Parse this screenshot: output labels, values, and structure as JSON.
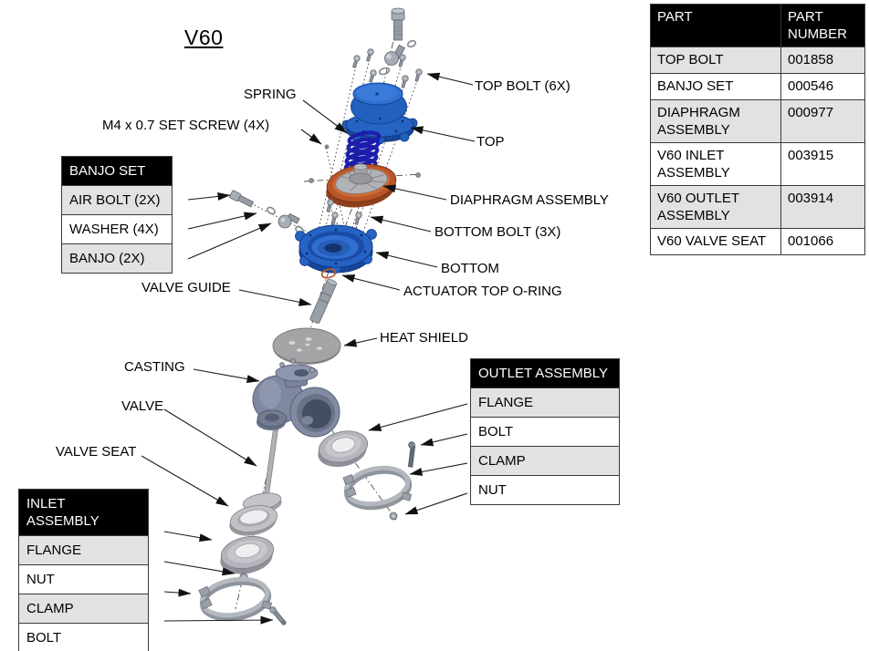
{
  "title": "V60",
  "diagram_labels": {
    "spring": "SPRING",
    "set_screw": "M4 x 0.7 SET SCREW (4X)",
    "top_bolt": "TOP BOLT (6X)",
    "top": "TOP",
    "diaphragm_assembly": "DIAPHRAGM ASSEMBLY",
    "bottom_bolt": "BOTTOM BOLT (3X)",
    "bottom": "BOTTOM",
    "actuator_top_oring": "ACTUATOR TOP O-RING",
    "valve_guide": "VALVE GUIDE",
    "heat_shield": "HEAT SHIELD",
    "casting": "CASTING",
    "valve": "VALVE",
    "valve_seat": "VALVE SEAT"
  },
  "banjo_table": {
    "header": "BANJO SET",
    "rows": [
      "AIR BOLT (2X)",
      "WASHER (4X)",
      "BANJO (2X)"
    ]
  },
  "inlet_table": {
    "header": "INLET ASSEMBLY",
    "rows": [
      "FLANGE",
      "NUT",
      "CLAMP",
      "BOLT"
    ]
  },
  "outlet_table": {
    "header": "OUTLET ASSEMBLY",
    "rows": [
      "FLANGE",
      "BOLT",
      "CLAMP",
      "NUT"
    ]
  },
  "parts_table": {
    "headers": {
      "part": "PART",
      "number": "PART NUMBER"
    },
    "rows": [
      {
        "part": "TOP BOLT",
        "number": "001858"
      },
      {
        "part": "BANJO SET",
        "number": "000546"
      },
      {
        "part": "DIAPHRAGM ASSEMBLY",
        "number": "000977"
      },
      {
        "part": "V60 INLET ASSEMBLY",
        "number": "003915"
      },
      {
        "part": "V60 OUTLET ASSEMBLY",
        "number": "003914"
      },
      {
        "part": "V60 VALVE SEAT",
        "number": "001066"
      }
    ]
  },
  "colors": {
    "housing_blue": "#2563c4",
    "spring_navy": "#1d1dac",
    "diaphragm_copper": "#b85629",
    "casting_slate": "#7f88a0",
    "metal_gray": "#a7adb5",
    "table_row_gray": "#e2e2e2",
    "table_header_bg": "#000000"
  }
}
